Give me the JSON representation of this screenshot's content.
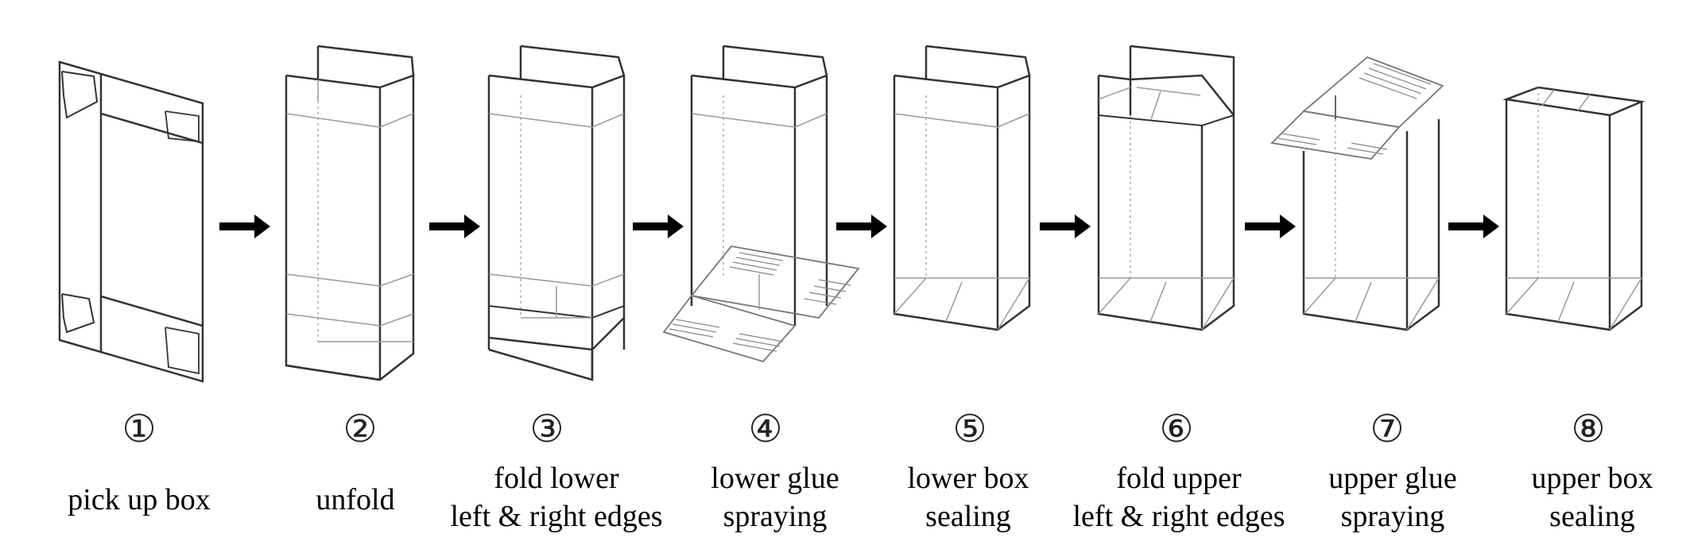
{
  "steps": [
    {
      "number": "①",
      "label": [
        "pick up box"
      ]
    },
    {
      "number": "②",
      "label": [
        "unfold"
      ]
    },
    {
      "number": "③",
      "label": [
        "fold lower",
        "left & right edges"
      ]
    },
    {
      "number": "④",
      "label": [
        "lower glue",
        "spraying"
      ]
    },
    {
      "number": "⑤",
      "label": [
        "lower box",
        "sealing"
      ]
    },
    {
      "number": "⑥",
      "label": [
        "fold upper",
        "left & right edges"
      ]
    },
    {
      "number": "⑦",
      "label": [
        "upper glue",
        "spraying"
      ]
    },
    {
      "number": "⑧",
      "label": [
        "upper box",
        "sealing"
      ]
    }
  ],
  "icons": {
    "step_arrow": "arrow-right-icon"
  },
  "colors": {
    "line": "#333333",
    "faint": "#9a9a9a",
    "glue": "#777777",
    "arrow": "#000000"
  }
}
